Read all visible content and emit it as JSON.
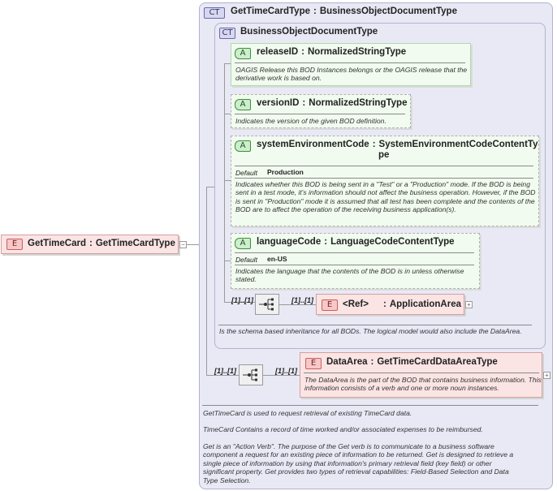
{
  "root": {
    "badge": "E",
    "name": "GetTimeCard",
    "type": "GetTimeCardType"
  },
  "outer_ct": {
    "badge": "CT",
    "name": "GetTimeCardType",
    "type": "BusinessObjectDocumentType"
  },
  "inner_ct": {
    "badge": "CT",
    "name": "BusinessObjectDocumentType",
    "doc": "Is the schema based inheritance for all BODs. The logical model would also include the DataArea."
  },
  "attributes": [
    {
      "badge": "A",
      "name": "releaseID",
      "type": "NormalizedStringType",
      "doc": "OAGIS Release this BOD Instances belongs or the OAGIS release that the derivative work is based on."
    },
    {
      "badge": "A",
      "name": "versionID",
      "type": "NormalizedStringType",
      "doc": "Indicates the version of the given BOD definition."
    },
    {
      "badge": "A",
      "name": "systemEnvironmentCode",
      "type_line1": "SystemEnvironmentCodeContentTy",
      "type_line2": "pe",
      "default_label": "Default",
      "default_value": "Production",
      "doc": "Indicates whether this BOD is being sent in a \"Test\" or a \"Production\" mode. If the BOD is being sent in a test mode, it's information should not affect the business operation. However, if the BOD is sent in \"Production\" mode it is assumed that all test has been complete and the contents of the BOD are to affect the operation of the receiving business application(s)."
    },
    {
      "badge": "A",
      "name": "languageCode",
      "type": "LanguageCodeContentType",
      "default_label": "Default",
      "default_value": "en-US",
      "doc": "Indicates the language that the contents of the BOD is in unless otherwise stated."
    }
  ],
  "application_area": {
    "seq_mult": "[1]..[1]",
    "mult": "[1]..[1]",
    "badge": "E",
    "name": "<Ref>",
    "type": "ApplicationArea"
  },
  "data_area": {
    "seq_mult": "[1]..[1]",
    "mult": "[1]..[1]",
    "badge": "E",
    "name": "DataArea",
    "type": "GetTimeCardDataAreaType",
    "doc": "The DataArea is the part of the BOD that contains business information. This information consists of a verb and one or more noun instances."
  },
  "outer_doc": {
    "p1": "GetTimeCard is used to request retrieval of existing TimeCard data.",
    "p2": "TimeCard  Contains a record of time worked and/or associated expenses to be reimbursed.",
    "p3": "Get is an \"Action Verb\". The purpose of the Get verb is to communicate to a business software component a request for an existing piece of information to be returned. Get is designed to retrieve a single piece of information by using that information's primary retrieval field (key field) or other significant property. Get provides two types of retrieval capabilities: Field-Based Selection and Data Type Selection."
  }
}
